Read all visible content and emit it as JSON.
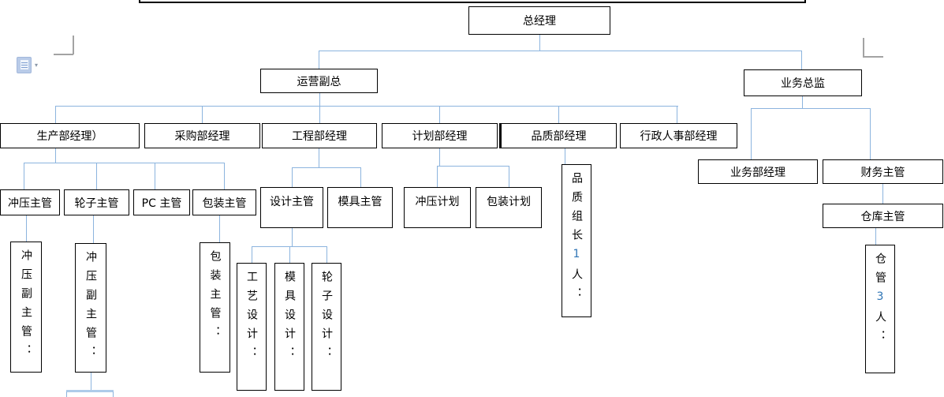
{
  "colors": {
    "connector": "#8cb4de",
    "box_border": "#000000",
    "number_accent": "#2E74B5",
    "margin_mark": "#a3a3a3"
  },
  "nodes": {
    "general_manager": "总经理",
    "operations_vp": "运营副总",
    "business_director": "业务总监",
    "production_manager": "生产部经理）",
    "purchasing_manager": "采购部经理",
    "engineering_manager": "工程部经理",
    "planning_manager": "计划部经理",
    "quality_manager": "品质部经理",
    "admin_hr_manager": "行政人事部经理",
    "business_dept_manager": "业务部经理",
    "finance_supervisor": "财务主管",
    "warehouse_supervisor": "仓库主管",
    "stamping_supervisor": "冲压主管",
    "wheel_supervisor": "轮子主管",
    "pc_supervisor": "PC 主管",
    "packaging_supervisor": "包装主管",
    "design_supervisor": "设计主管",
    "mold_supervisor": "模具主管",
    "stamping_plan": "冲压计划",
    "packaging_plan": "包装计划",
    "quality_leader": {
      "prefix": "品质组长",
      "number": "1",
      "suffix": "人："
    },
    "stamping_deputy_1": "冲压副主管：",
    "stamping_deputy_2": "冲压副主管：",
    "packaging_supervisor_v": "包装主管：",
    "process_design": "工艺设计：",
    "mold_design": "模具设计：",
    "wheel_design": "轮子设计：",
    "warehouse_keeper": {
      "prefix": "仓管",
      "number": "3",
      "suffix": "人："
    }
  },
  "word_ui": {
    "dropdown_arrow_glyph": "▾"
  }
}
